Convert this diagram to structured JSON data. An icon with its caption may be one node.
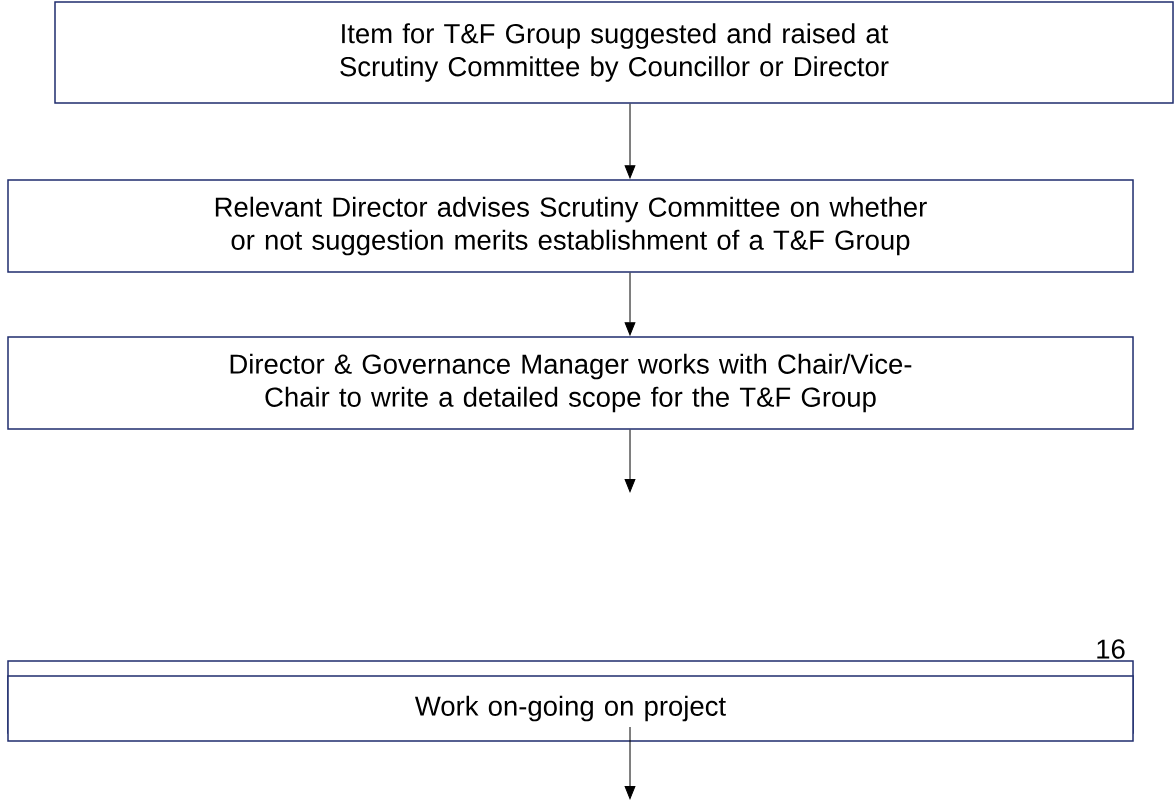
{
  "diagram": {
    "nodes": [
      {
        "text": [
          "Item for T&F Group suggested and raised at Scrutiny Committee by Councillor or Director"
        ]
      },
      {
        "text": [
          "Relevant Director advises Scrutiny Committee on whether or not suggestion merits establishment of a T&F Group"
        ]
      },
      {
        "text": [
          "Director & Governance Manager works with Chair/Vice-Chair to write a detailed scope for the T&F Group"
        ]
      },
      {
        "text": [
          "Work on-going on project"
        ]
      }
    ],
    "edges": [
      {
        "from": 0,
        "to": 1,
        "arrow": "to"
      },
      {
        "from": 1,
        "to": 2,
        "arrow": "to"
      },
      {
        "from": 2,
        "to": null,
        "arrow": "to"
      },
      {
        "from": 3,
        "to": null,
        "arrow": "to"
      }
    ],
    "labels": [
      "16"
    ]
  }
}
